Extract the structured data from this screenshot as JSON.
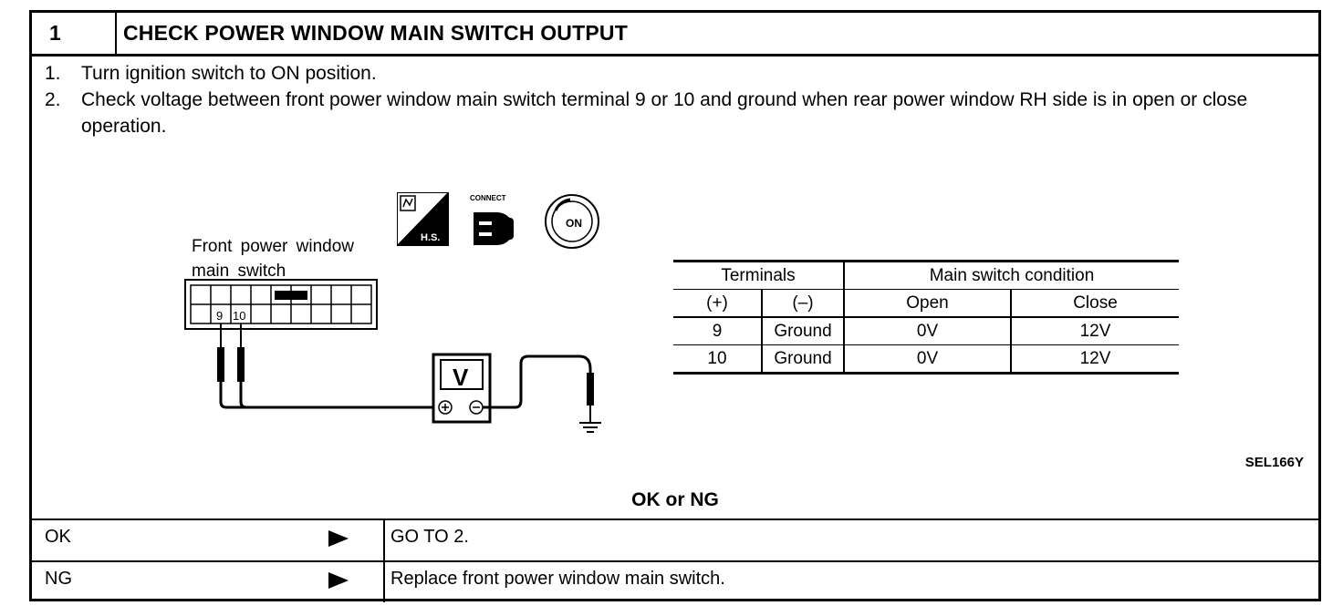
{
  "header": {
    "step_number": "1",
    "title": "CHECK POWER WINDOW MAIN SWITCH OUTPUT"
  },
  "steps": [
    {
      "num": "1.",
      "text": "Turn ignition switch to ON position."
    },
    {
      "num": "2.",
      "text": "Check voltage between front power window main switch terminal 9 or 10 and ground when rear power window RH side is in open or close operation."
    }
  ],
  "diagram": {
    "switch_label_line1": "Front power window",
    "switch_label_line2": "main switch",
    "terminal_a": "9",
    "terminal_b": "10",
    "meter_letter": "V",
    "icons": [
      "hand-scan-icon",
      "connect-icon",
      "ignition-on-icon"
    ],
    "hs_text": "H.S.",
    "connect_text": "CONNECT",
    "on_text": "ON",
    "figure_code": "SEL166Y"
  },
  "table": {
    "head_terminals": "Terminals",
    "head_condition": "Main switch condition",
    "sub_plus": "(+)",
    "sub_minus": "(–)",
    "sub_open": "Open",
    "sub_close": "Close",
    "rows": [
      {
        "plus": "9",
        "minus": "Ground",
        "open": "0V",
        "close": "12V"
      },
      {
        "plus": "10",
        "minus": "Ground",
        "open": "0V",
        "close": "12V"
      }
    ]
  },
  "result": {
    "heading": "OK or NG",
    "ok_label": "OK",
    "ok_action": "GO TO 2.",
    "ng_label": "NG",
    "ng_action": "Replace front power window main switch."
  }
}
